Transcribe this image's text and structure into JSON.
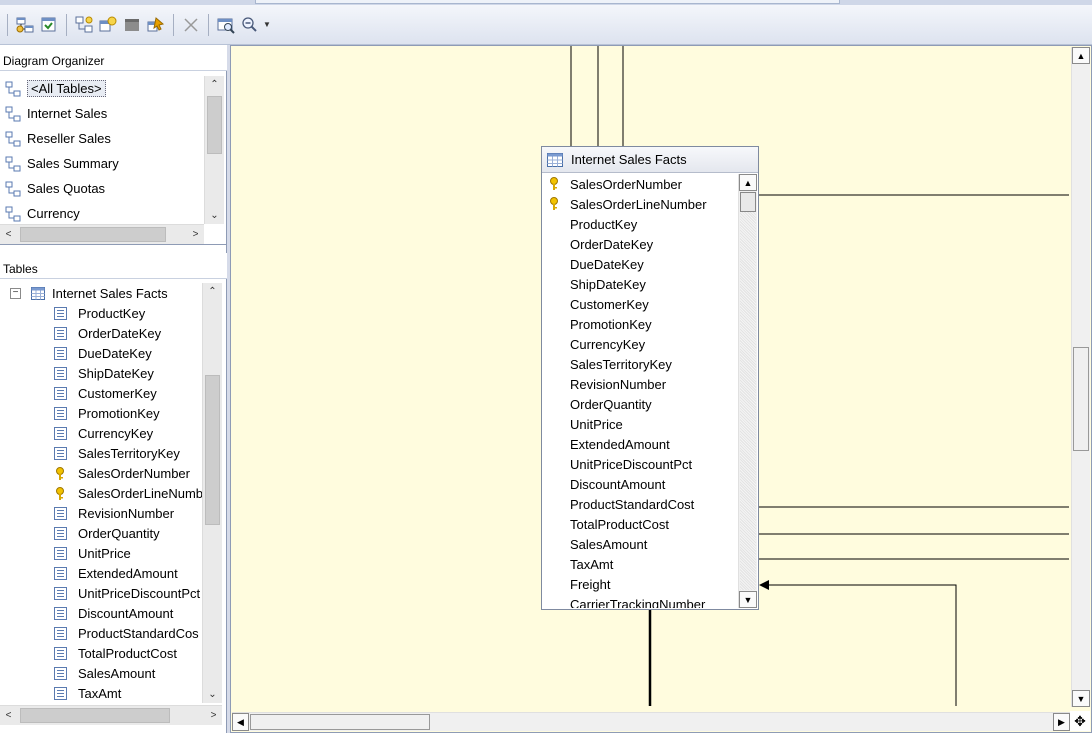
{
  "toolbar": {
    "buttons": [
      "add-related-tables-icon",
      "arrange-tables-icon",
      "new-diagram-icon",
      "add-table-icon",
      "table-display-icon",
      "autosize-icon",
      "delete-icon",
      "zoom-to-fit-icon",
      "zoom-out-icon"
    ]
  },
  "organizer": {
    "title": "Diagram Organizer",
    "items": [
      {
        "label": "<All Tables>",
        "selected": true
      },
      {
        "label": "Internet Sales"
      },
      {
        "label": "Reseller Sales"
      },
      {
        "label": "Sales Summary"
      },
      {
        "label": "Sales Quotas"
      },
      {
        "label": "Currency"
      }
    ]
  },
  "tables_pane": {
    "title": "Tables",
    "root": "Internet Sales Facts",
    "columns": [
      {
        "label": "ProductKey",
        "key": false
      },
      {
        "label": "OrderDateKey",
        "key": false
      },
      {
        "label": "DueDateKey",
        "key": false
      },
      {
        "label": "ShipDateKey",
        "key": false
      },
      {
        "label": "CustomerKey",
        "key": false
      },
      {
        "label": "PromotionKey",
        "key": false
      },
      {
        "label": "CurrencyKey",
        "key": false
      },
      {
        "label": "SalesTerritoryKey",
        "key": false
      },
      {
        "label": "SalesOrderNumber",
        "key": true
      },
      {
        "label": "SalesOrderLineNumb",
        "key": true
      },
      {
        "label": "RevisionNumber",
        "key": false
      },
      {
        "label": "OrderQuantity",
        "key": false
      },
      {
        "label": "UnitPrice",
        "key": false
      },
      {
        "label": "ExtendedAmount",
        "key": false
      },
      {
        "label": "UnitPriceDiscountPct",
        "key": false
      },
      {
        "label": "DiscountAmount",
        "key": false
      },
      {
        "label": "ProductStandardCos",
        "key": false
      },
      {
        "label": "TotalProductCost",
        "key": false
      },
      {
        "label": "SalesAmount",
        "key": false
      },
      {
        "label": "TaxAmt",
        "key": false
      }
    ]
  },
  "diagram": {
    "table_title": "Internet Sales Facts",
    "columns": [
      {
        "label": "SalesOrderNumber",
        "key": true
      },
      {
        "label": "SalesOrderLineNumber",
        "key": true
      },
      {
        "label": "ProductKey",
        "key": false
      },
      {
        "label": "OrderDateKey",
        "key": false
      },
      {
        "label": "DueDateKey",
        "key": false
      },
      {
        "label": "ShipDateKey",
        "key": false
      },
      {
        "label": "CustomerKey",
        "key": false
      },
      {
        "label": "PromotionKey",
        "key": false
      },
      {
        "label": "CurrencyKey",
        "key": false
      },
      {
        "label": "SalesTerritoryKey",
        "key": false
      },
      {
        "label": "RevisionNumber",
        "key": false
      },
      {
        "label": "OrderQuantity",
        "key": false
      },
      {
        "label": "UnitPrice",
        "key": false
      },
      {
        "label": "ExtendedAmount",
        "key": false
      },
      {
        "label": "UnitPriceDiscountPct",
        "key": false
      },
      {
        "label": "DiscountAmount",
        "key": false
      },
      {
        "label": "ProductStandardCost",
        "key": false
      },
      {
        "label": "TotalProductCost",
        "key": false
      },
      {
        "label": "SalesAmount",
        "key": false
      },
      {
        "label": "TaxAmt",
        "key": false
      },
      {
        "label": "Freight",
        "key": false
      },
      {
        "label": "CarrierTrackingNumber",
        "key": false
      }
    ],
    "colors": {
      "canvas": "#fffcde",
      "key_icon": "#e8b400"
    }
  }
}
